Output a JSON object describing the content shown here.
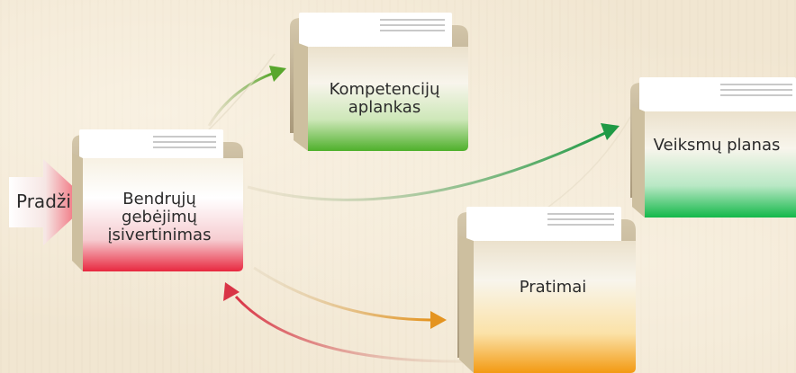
{
  "start": {
    "label": "Pradžia"
  },
  "folders": {
    "general": {
      "line1": "Bendrųjų",
      "line2": "gebėjimų",
      "line3": "įsivertinimas"
    },
    "competence": {
      "line1": "Kompetencijų",
      "line2": "aplankas"
    },
    "action": {
      "label": "Veiksmų planas"
    },
    "exercises": {
      "label": "Pratimai"
    }
  },
  "colors": {
    "general": "#e8283f",
    "competence": "#4eb02b",
    "action": "#14b84a",
    "exercises": "#f39a12",
    "background": "#f1e6d1"
  }
}
